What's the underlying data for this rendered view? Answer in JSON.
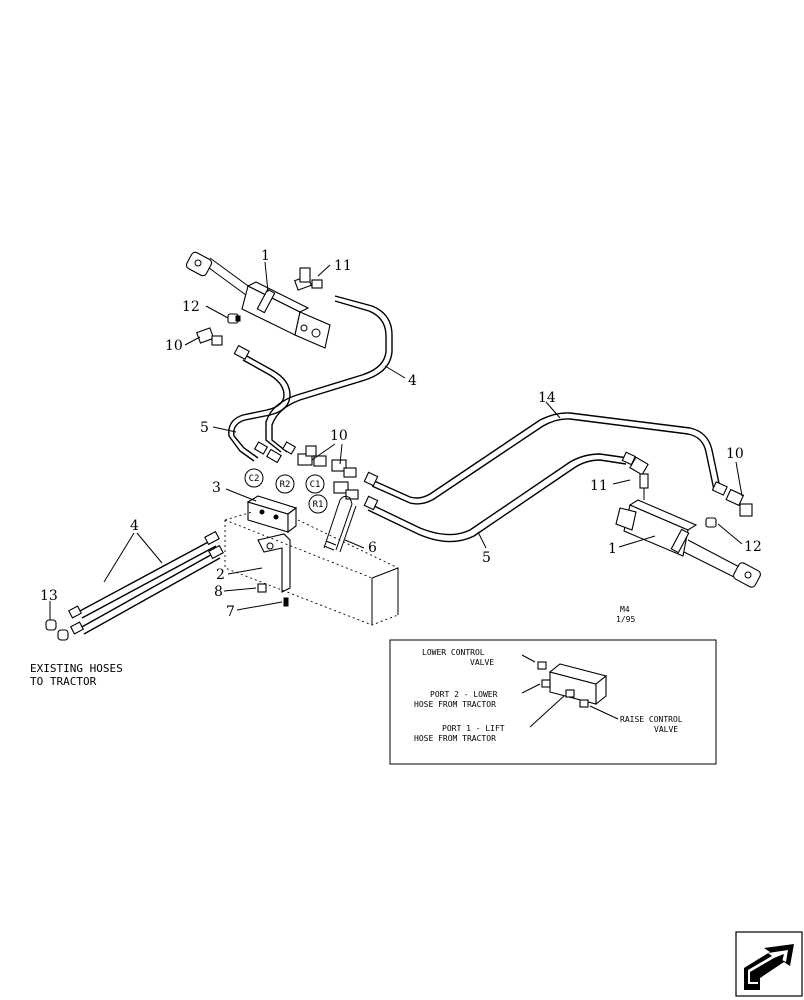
{
  "callouts": {
    "c1_top": "1",
    "c11_top": "11",
    "c12_top": "12",
    "c10_top": "10",
    "c4_upper": "4",
    "c5_left": "5",
    "c10_mid": "10",
    "c14": "14",
    "c10_right": "10",
    "c11_right": "11",
    "c3": "3",
    "c4_left": "4",
    "c6": "6",
    "c5_bottom": "5",
    "c1_right": "1",
    "c12_right": "12",
    "c2": "2",
    "c8": "8",
    "c7": "7",
    "c13": "13"
  },
  "ports": {
    "c2": "C2",
    "r2": "R2",
    "c1": "C1",
    "r1": "R1"
  },
  "notes": {
    "existing_line1": "EXISTING HOSES",
    "existing_line2": "TO TRACTOR",
    "drawing_code_line1": "M4",
    "drawing_code_line2": "1/95"
  },
  "inset": {
    "lower_control_line1": "LOWER CONTROL",
    "lower_control_line2": "VALVE",
    "port2_line1": "PORT 2 - LOWER",
    "port2_line2": "HOSE FROM TRACTOR",
    "port1_line1": "PORT 1 - LIFT",
    "port1_line2": "HOSE FROM TRACTOR",
    "raise_control_line1": "RAISE CONTROL",
    "raise_control_line2": "VALVE"
  },
  "navigation": {
    "icon": "next-page-arrow-icon"
  }
}
